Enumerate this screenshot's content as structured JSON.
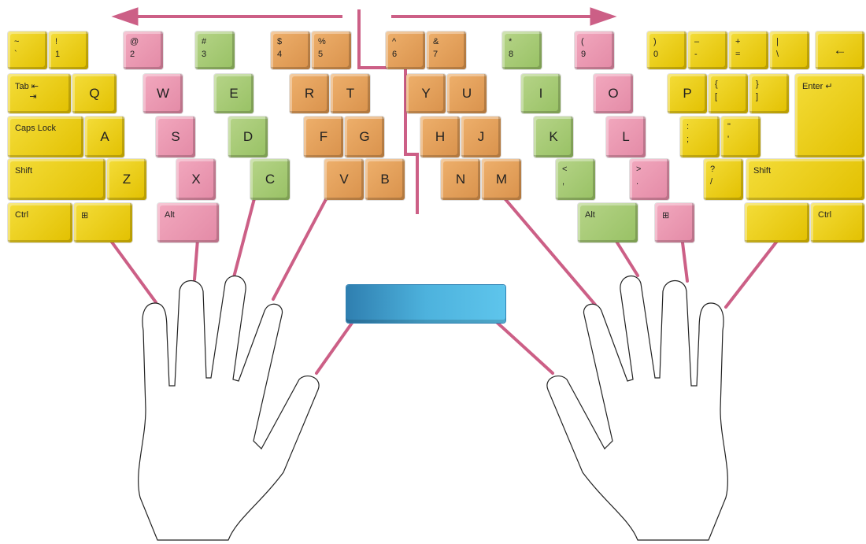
{
  "colors": {
    "yellow": "#edd21f",
    "pink": "#ea9db3",
    "green": "#a9cc78",
    "orange": "#e6a15e",
    "space": "#4fb6e0",
    "line": "#cc5f86"
  },
  "keys": [
    {
      "id": "tilde",
      "top": "~",
      "bot": "`",
      "color": "yellow"
    },
    {
      "id": "1",
      "top": "!",
      "bot": "1",
      "color": "yellow"
    },
    {
      "id": "2",
      "top": "@",
      "bot": "2",
      "color": "pink"
    },
    {
      "id": "3",
      "top": "#",
      "bot": "3",
      "color": "green"
    },
    {
      "id": "4",
      "top": "$",
      "bot": "4",
      "color": "orange"
    },
    {
      "id": "5",
      "top": "%",
      "bot": "5",
      "color": "orange"
    },
    {
      "id": "6",
      "top": "^",
      "bot": "6",
      "color": "orange"
    },
    {
      "id": "7",
      "top": "&",
      "bot": "7",
      "color": "orange"
    },
    {
      "id": "8",
      "top": "*",
      "bot": "8",
      "color": "green"
    },
    {
      "id": "9",
      "top": "(",
      "bot": "9",
      "color": "pink"
    },
    {
      "id": "0",
      "top": ")",
      "bot": "0",
      "color": "yellow"
    },
    {
      "id": "minus",
      "top": "–",
      "bot": "-",
      "color": "yellow"
    },
    {
      "id": "equals",
      "top": "+",
      "bot": "=",
      "color": "yellow"
    },
    {
      "id": "backslash",
      "top": "|",
      "bot": "\\",
      "color": "yellow"
    },
    {
      "id": "backspace",
      "big": "←",
      "color": "yellow"
    },
    {
      "id": "tab",
      "label": "Tab ⇤\n      ⇥",
      "color": "yellow"
    },
    {
      "id": "q",
      "big": "Q",
      "color": "yellow"
    },
    {
      "id": "w",
      "big": "W",
      "color": "pink"
    },
    {
      "id": "e",
      "big": "E",
      "color": "green"
    },
    {
      "id": "r",
      "big": "R",
      "color": "orange"
    },
    {
      "id": "t",
      "big": "T",
      "color": "orange"
    },
    {
      "id": "y",
      "big": "Y",
      "color": "orange"
    },
    {
      "id": "u",
      "big": "U",
      "color": "orange"
    },
    {
      "id": "i",
      "big": "I",
      "color": "green"
    },
    {
      "id": "o",
      "big": "O",
      "color": "pink"
    },
    {
      "id": "p",
      "big": "P",
      "color": "yellow"
    },
    {
      "id": "lbrace",
      "top": "{",
      "bot": "[",
      "color": "yellow"
    },
    {
      "id": "rbrace",
      "top": "}",
      "bot": "]",
      "color": "yellow"
    },
    {
      "id": "enter",
      "label": "Enter ↵",
      "color": "yellow"
    },
    {
      "id": "caps",
      "label": "Caps Lock",
      "color": "yellow"
    },
    {
      "id": "a",
      "big": "A",
      "color": "yellow"
    },
    {
      "id": "s",
      "big": "S",
      "color": "pink"
    },
    {
      "id": "d",
      "big": "D",
      "color": "green"
    },
    {
      "id": "f",
      "big": "F",
      "color": "orange"
    },
    {
      "id": "g",
      "big": "G",
      "color": "orange"
    },
    {
      "id": "h",
      "big": "H",
      "color": "orange"
    },
    {
      "id": "j",
      "big": "J",
      "color": "orange"
    },
    {
      "id": "k",
      "big": "K",
      "color": "green"
    },
    {
      "id": "l",
      "big": "L",
      "color": "pink"
    },
    {
      "id": "semicolon",
      "top": ":",
      "bot": ";",
      "color": "yellow"
    },
    {
      "id": "quote",
      "top": "\"",
      "bot": "'",
      "color": "yellow"
    },
    {
      "id": "lshift",
      "label": "Shift",
      "color": "yellow"
    },
    {
      "id": "z",
      "big": "Z",
      "color": "yellow"
    },
    {
      "id": "x",
      "big": "X",
      "color": "pink"
    },
    {
      "id": "c",
      "big": "C",
      "color": "green"
    },
    {
      "id": "v",
      "big": "V",
      "color": "orange"
    },
    {
      "id": "b",
      "big": "B",
      "color": "orange"
    },
    {
      "id": "n",
      "big": "N",
      "color": "orange"
    },
    {
      "id": "m",
      "big": "M",
      "color": "orange"
    },
    {
      "id": "comma",
      "top": "<",
      "bot": ",",
      "color": "green"
    },
    {
      "id": "period",
      "top": ">",
      "bot": ".",
      "color": "pink"
    },
    {
      "id": "slash",
      "top": "?",
      "bot": "/",
      "color": "yellow"
    },
    {
      "id": "rshift",
      "label": "Shift",
      "color": "yellow"
    },
    {
      "id": "lctrl",
      "label": "Ctrl",
      "color": "yellow"
    },
    {
      "id": "lwin",
      "label": "⊞",
      "color": "yellow"
    },
    {
      "id": "lalt",
      "label": "Alt",
      "color": "pink"
    },
    {
      "id": "ralt",
      "label": "Alt",
      "color": "green"
    },
    {
      "id": "rwin",
      "label": "⊞",
      "color": "pink"
    },
    {
      "id": "rblank",
      "label": "",
      "color": "yellow"
    },
    {
      "id": "rctrl",
      "label": "Ctrl",
      "color": "yellow"
    }
  ]
}
